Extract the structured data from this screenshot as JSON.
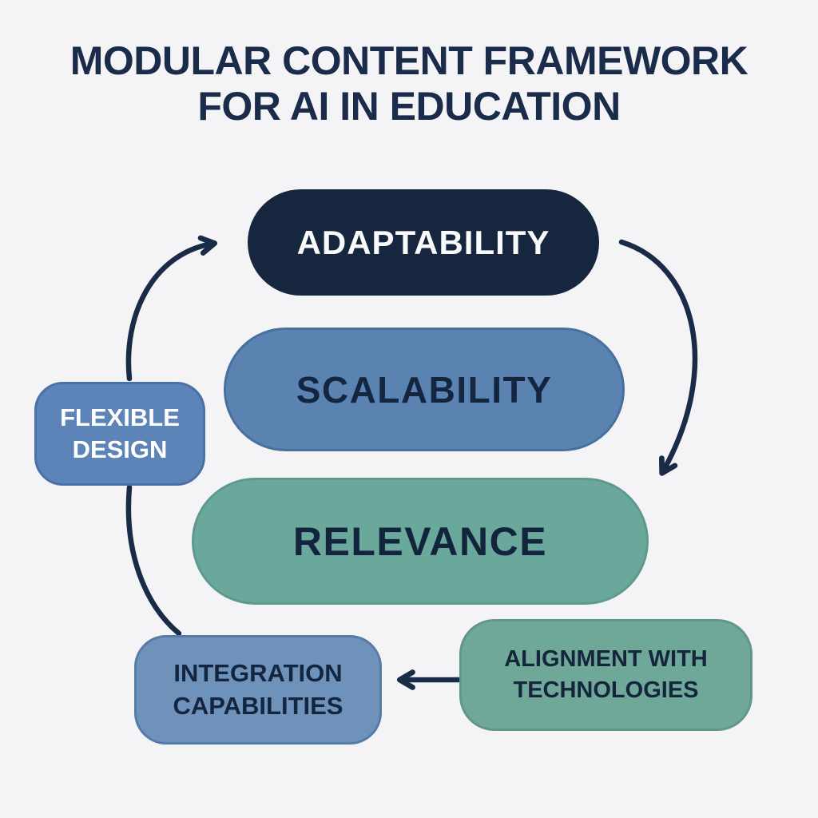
{
  "title": {
    "line1": "MODULAR CONTENT FRAMEWORK",
    "line2": "FOR AI IN EDUCATION"
  },
  "diagram": {
    "nodes": {
      "adaptability": {
        "label": "ADAPTABILITY",
        "fill": "#16263E",
        "text_color": "#FAFAFA",
        "shape": "pill"
      },
      "scalability": {
        "label": "SCALABILITY",
        "fill": "#5B83B1",
        "text_color": "#14253F",
        "shape": "pill"
      },
      "relevance": {
        "label": "RELEVANCE",
        "fill": "#6BA89C",
        "text_color": "#13253C",
        "shape": "pill"
      },
      "flexible_design": {
        "label": "FLEXIBLE DESIGN",
        "fill": "#5C84B8",
        "text_color": "#FFFFFF",
        "shape": "rounded-rect"
      },
      "integration_capabilities": {
        "label": "INTEGRATION CAPABILITIES",
        "fill": "#6E92BA",
        "text_color": "#14253F",
        "shape": "rounded-rect"
      },
      "alignment_technologies": {
        "label": "ALIGNMENT WITH TECHNOLOGIES",
        "fill": "#6FA899",
        "text_color": "#14253C",
        "shape": "rounded-rect"
      }
    },
    "arrows": [
      {
        "from": "flexible_design",
        "to": "adaptability",
        "style": "curved",
        "arrowhead": true
      },
      {
        "from": "adaptability",
        "to": "relevance",
        "style": "curved",
        "arrowhead": true
      },
      {
        "from": "flexible_design",
        "to": "integration_capabilities",
        "style": "curved",
        "arrowhead": false
      },
      {
        "from": "alignment_technologies",
        "to": "integration_capabilities",
        "style": "straight",
        "arrowhead": true
      }
    ]
  },
  "colors": {
    "background": "#F4F4F6",
    "arrow_stroke": "#1A2B47",
    "title_text": "#1B2B4A"
  }
}
